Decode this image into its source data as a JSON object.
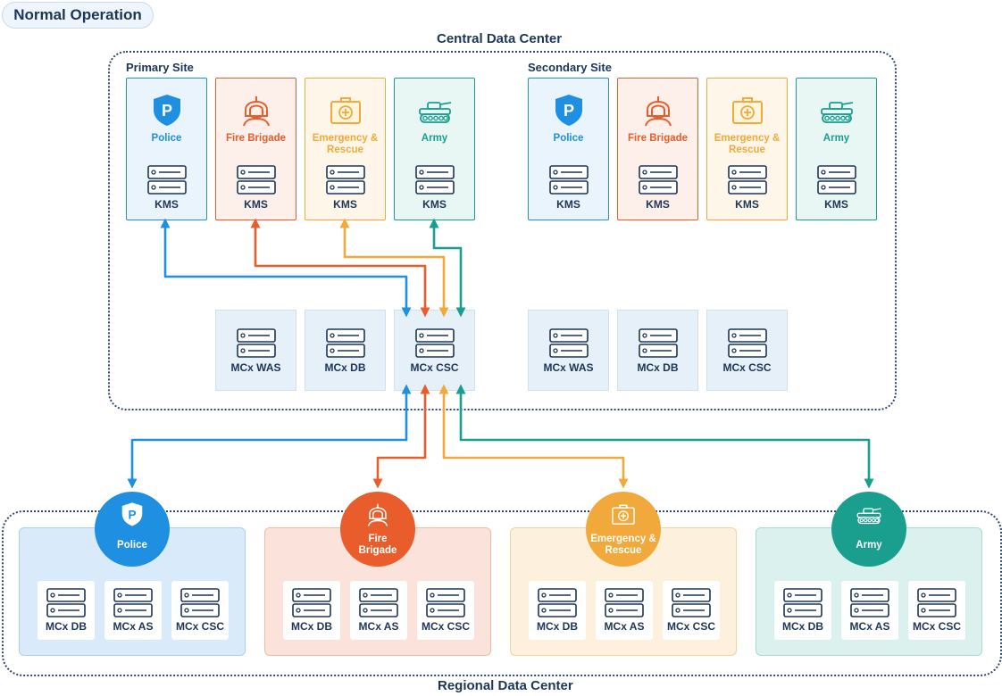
{
  "mode_badge": "Normal Operation",
  "central": {
    "title": "Central Data Center",
    "primary_title": "Primary Site",
    "secondary_title": "Secondary Site",
    "kms_label": "KMS",
    "agencies": [
      {
        "name": "Police",
        "icon": "police-shield-icon",
        "color": "#1e8fe1",
        "bg": "#eaf4fc"
      },
      {
        "name": "Fire Brigade",
        "icon": "firefighter-icon",
        "color": "#e85d2b",
        "bg": "#fdefea"
      },
      {
        "name": "Emergency &\nRescue",
        "icon": "medical-kit-icon",
        "color": "#f2a93b",
        "bg": "#fef6e9"
      },
      {
        "name": "Army",
        "icon": "tank-icon",
        "color": "#1a9e8e",
        "bg": "#e8f6f4"
      }
    ],
    "primary_mcx": [
      "MCx WAS",
      "MCx DB",
      "MCx CSC"
    ],
    "secondary_mcx": [
      "MCx WAS",
      "MCx DB",
      "MCx CSC"
    ]
  },
  "regional": {
    "title": "Regional Data Center",
    "servers": [
      "MCx DB",
      "MCx AS",
      "MCx CSC"
    ],
    "regions": [
      {
        "name": "Police",
        "color": "#1e8fe1",
        "bg": "#d9ebfa",
        "border": "#a9cff0"
      },
      {
        "name": "Fire\nBrigade",
        "color": "#e85d2b",
        "bg": "#fbe3dc",
        "border": "#f2b8a5"
      },
      {
        "name": "Emergency &\nRescue",
        "color": "#f2a93b",
        "bg": "#fdf0dc",
        "border": "#f5d39c"
      },
      {
        "name": "Army",
        "color": "#1a9e8e",
        "bg": "#daf1ed",
        "border": "#a5dbd2"
      }
    ]
  },
  "colors": {
    "navy": "#1d3557",
    "dotted_border": "#30476b",
    "mcx_bg": "#e6f0f9"
  }
}
